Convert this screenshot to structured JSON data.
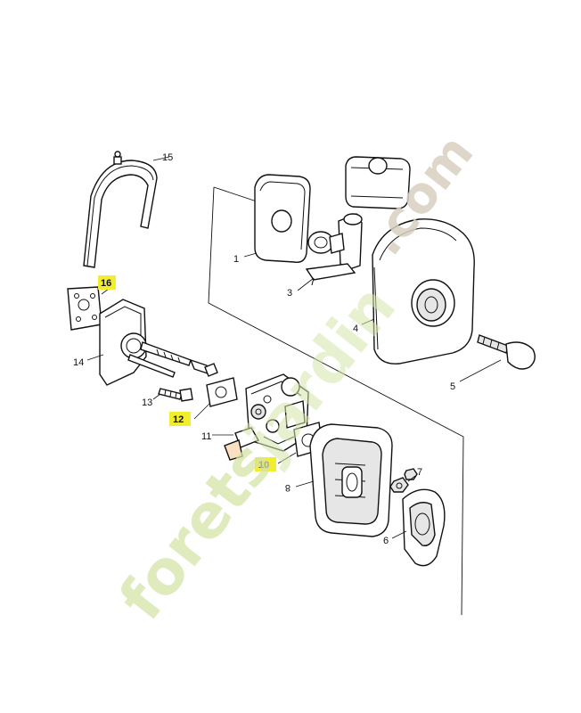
{
  "diagram": {
    "part_labels": [
      {
        "id": "1",
        "highlighted": false
      },
      {
        "id": "3",
        "highlighted": false
      },
      {
        "id": "4",
        "highlighted": false
      },
      {
        "id": "5",
        "highlighted": false
      },
      {
        "id": "6",
        "highlighted": false
      },
      {
        "id": "7",
        "highlighted": false
      },
      {
        "id": "8",
        "highlighted": false
      },
      {
        "id": "10",
        "highlighted": true
      },
      {
        "id": "11",
        "highlighted": false
      },
      {
        "id": "12",
        "highlighted": true
      },
      {
        "id": "13",
        "highlighted": false
      },
      {
        "id": "14",
        "highlighted": false
      },
      {
        "id": "15",
        "highlighted": false
      },
      {
        "id": "16",
        "highlighted": true
      }
    ],
    "highlight_color": "#f2ee2e",
    "watermark": {
      "part1": "forets",
      "part2": "jardin",
      "part3": ".com",
      "color_green": "#d5e3a8",
      "color_orange": "#f5c48a"
    }
  }
}
